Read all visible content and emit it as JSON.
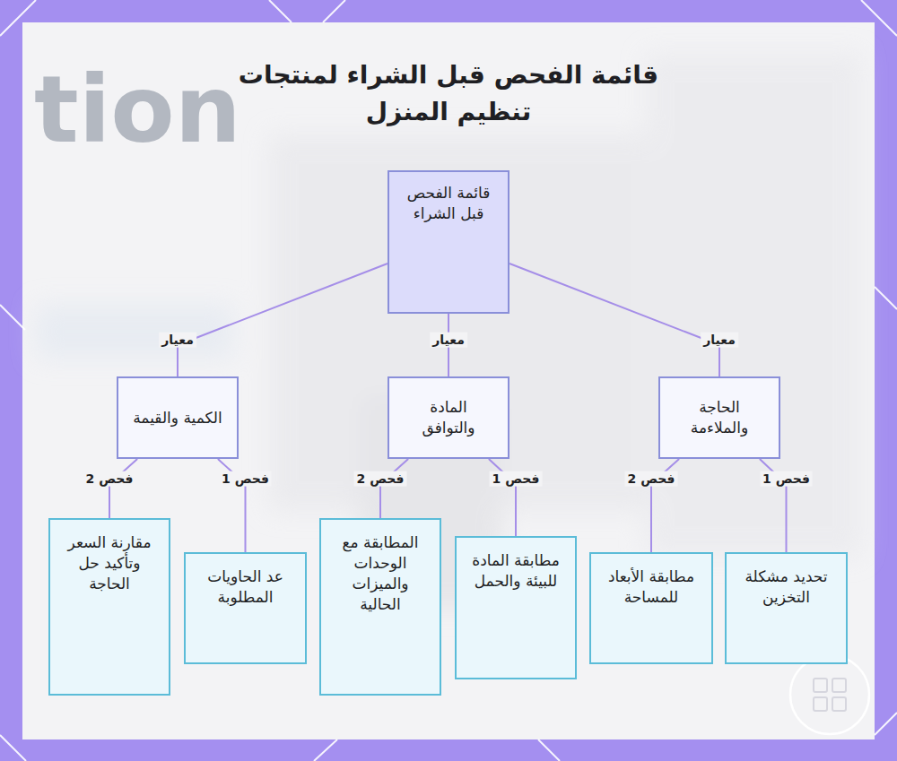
{
  "diagram": {
    "title": "قائمة الفحص قبل الشراء لمنتجات تنظيم المنزل",
    "nodes": [
      {
        "text": [
          "قائمة الفحص قبل الشراء"
        ]
      },
      {
        "text": [
          "الحاجة والملاءمة"
        ]
      },
      {
        "text": [
          "المادة والتوافق"
        ]
      },
      {
        "text": [
          "الكمية والقيمة"
        ]
      },
      {
        "text": [
          "تحديد مشكلة التخزين"
        ]
      },
      {
        "text": [
          "مطابقة الأبعاد للمساحة"
        ]
      },
      {
        "text": [
          "مطابقة المادة للبيئة والحمل"
        ]
      },
      {
        "text": [
          "المطابقة مع الوحدات والميزات الحالية"
        ]
      },
      {
        "text": [
          "عد الحاويات المطلوبة"
        ]
      },
      {
        "text": [
          "مقارنة السعر وتأكيد حل الحاجة"
        ]
      }
    ],
    "edges": [
      {
        "from": 0,
        "to": 1,
        "arrow": "none",
        "label": "معيار"
      },
      {
        "from": 0,
        "to": 2,
        "arrow": "none",
        "label": "معيار"
      },
      {
        "from": 0,
        "to": 3,
        "arrow": "none",
        "label": "معيار"
      },
      {
        "from": 1,
        "to": 4,
        "arrow": "none",
        "label": "فحص 1"
      },
      {
        "from": 1,
        "to": 5,
        "arrow": "none",
        "label": "فحص 2"
      },
      {
        "from": 2,
        "to": 6,
        "arrow": "none",
        "label": "فحص 1"
      },
      {
        "from": 2,
        "to": 7,
        "arrow": "none",
        "label": "فحص 2"
      },
      {
        "from": 3,
        "to": 8,
        "arrow": "none",
        "label": "فحص 1"
      },
      {
        "from": 3,
        "to": 9,
        "arrow": "none",
        "label": "فحص 2"
      }
    ],
    "labels": [
      "tion"
    ]
  }
}
